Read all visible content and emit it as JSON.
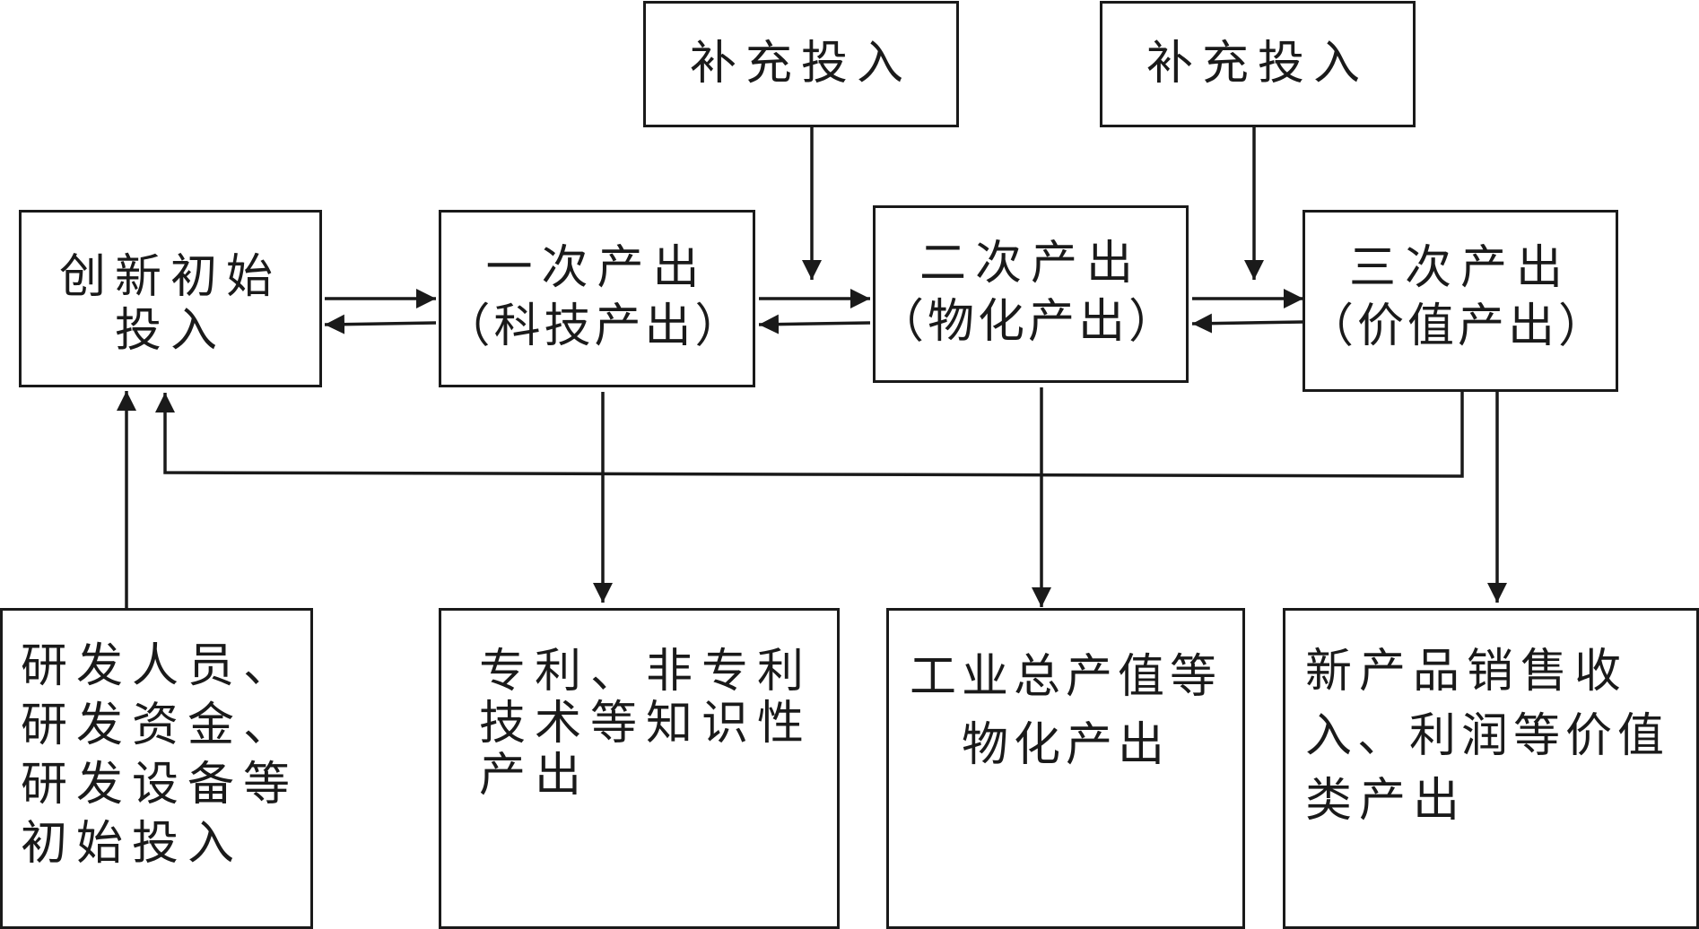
{
  "supplement_1": "补充投入",
  "supplement_2": "补充投入",
  "initial": {
    "line1": "创新初始",
    "line2": "投入"
  },
  "primary": {
    "line1": "一次产出",
    "line2": "（科技产出）"
  },
  "secondary": {
    "line1": "二次产出",
    "line2": "（物化产出）"
  },
  "tertiary": {
    "line1": "三次产出",
    "line2": "（价值产出）"
  },
  "input_detail": [
    "研发人员、",
    "研发资金、",
    "研发设备等",
    "初始投入"
  ],
  "primary_detail": [
    "专利、非专利",
    "技术等知识性",
    "产出"
  ],
  "secondary_detail": [
    "工业总产值等",
    "物化产出"
  ],
  "tertiary_detail": [
    "新产品销售收",
    "入、利润等价值",
    "类产出"
  ]
}
